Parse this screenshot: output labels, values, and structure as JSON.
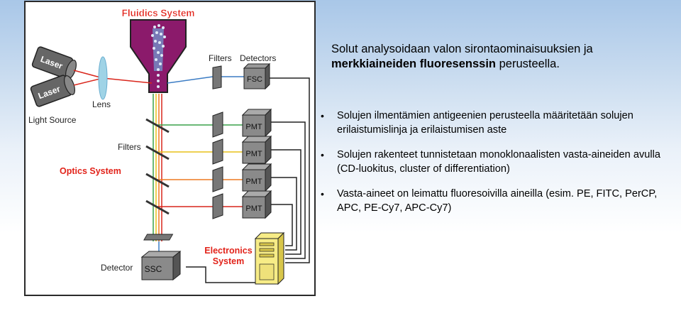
{
  "diagram": {
    "fluidics_title": "Fluidics System",
    "optics_title": "Optics System",
    "electronics_title": "Electronics System",
    "laser_1": "Laser",
    "laser_2": "Laser",
    "light_source": "Light Source",
    "lens": "Lens",
    "filters_top": "Filters",
    "detectors": "Detectors",
    "fsc": "FSC",
    "filters_side": "Filters",
    "pmt_labels": [
      "PMT",
      "PMT",
      "PMT",
      "PMT"
    ],
    "detector": "Detector",
    "ssc": "SSC",
    "colors": {
      "title_red": "#e2231a",
      "fluid_purple": "#8b1a6b",
      "beam_green": "#3aa24a",
      "beam_yellow": "#e8c21a",
      "beam_orange": "#ee7a22",
      "beam_red": "#d9261c",
      "beam_blue": "#3b7cc4",
      "cpu_yellow": "#f7ec86"
    }
  },
  "text": {
    "intro_line1": "Solut analysoidaan valon sirontaominaisuuksien ja",
    "intro_bold": "merkkiaineiden fluoresenssin",
    "intro_end": " perusteella.",
    "bullets": [
      "Solujen ilmentämien antigeenien perusteella määritetään solujen erilaistumislinja ja erilaistumisen aste",
      "Solujen rakenteet tunnistetaan monoklonaalisten vasta-aineiden avulla (CD-luokitus, cluster of differentiation)",
      "Vasta-aineet on leimattu fluoresoivilla aineilla (esim. PE, FITC, PerCP, APC, PE-Cy7, APC-Cy7)"
    ],
    "bullet_symbol": "•"
  }
}
